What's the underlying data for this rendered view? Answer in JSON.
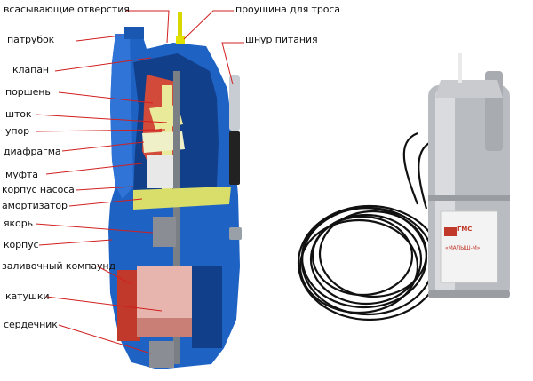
{
  "labels": {
    "intake_holes": "всасывающие отверстия",
    "rope_eye": "проушина для троса",
    "nozzle": "патрубок",
    "power_cord": "шнур питания",
    "valve": "клапан",
    "piston": "поршень",
    "rod": "шток",
    "stop": "упор",
    "diaphragm": "диафрагма",
    "coupling": "муфта",
    "pump_body": "корпус насоса",
    "shock_absorber": "амортизатор",
    "armature": "якорь",
    "housing": "корпус",
    "potting_compound": "заливочный компаунд",
    "coils": "катушки",
    "core": "сердечник"
  },
  "product": {
    "brand": "ГМС",
    "model": "«МАЛЫШ-М»"
  },
  "colors": {
    "body_blue": "#1e63c4",
    "dark_blue": "#123f8a",
    "cut_red": "#c0392b",
    "accent_yellow": "#e9ea9a",
    "steel": "#b9bcc1",
    "coil_pink": "#e8b4ae"
  }
}
